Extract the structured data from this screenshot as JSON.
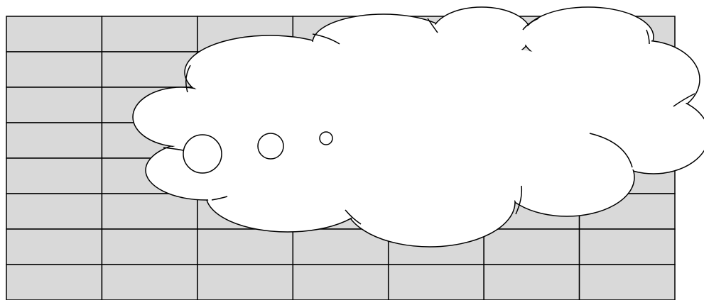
{
  "diagram": {
    "grid": {
      "rows": 8,
      "columns": 7,
      "fill_color": "#d9d9d9",
      "line_color": "#000000"
    },
    "callout": {
      "shape": "cloud-thought-bubble",
      "fill_color": "#ffffff",
      "stroke_color": "#000000",
      "text": "",
      "tail_bubbles": 3
    }
  }
}
